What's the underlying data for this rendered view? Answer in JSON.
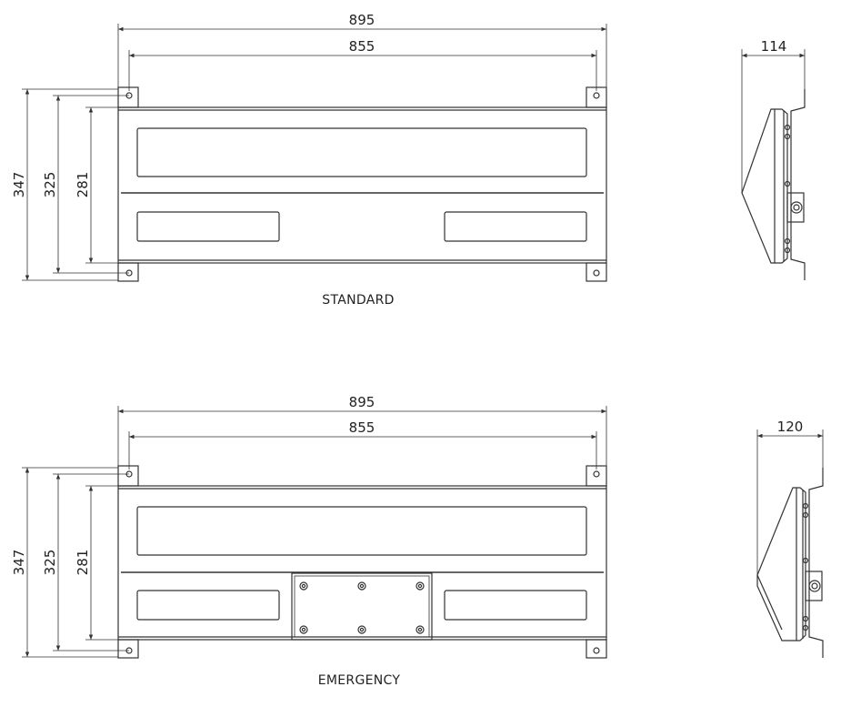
{
  "standard": {
    "caption": "STANDARD",
    "width_outer": "895",
    "width_holes": "855",
    "height_total": "347",
    "height_holes": "325",
    "height_body": "281",
    "depth": "114"
  },
  "emergency": {
    "caption": "EMERGENCY",
    "width_outer": "895",
    "width_holes": "855",
    "height_total": "347",
    "height_holes": "325",
    "height_body": "281",
    "depth": "120"
  }
}
